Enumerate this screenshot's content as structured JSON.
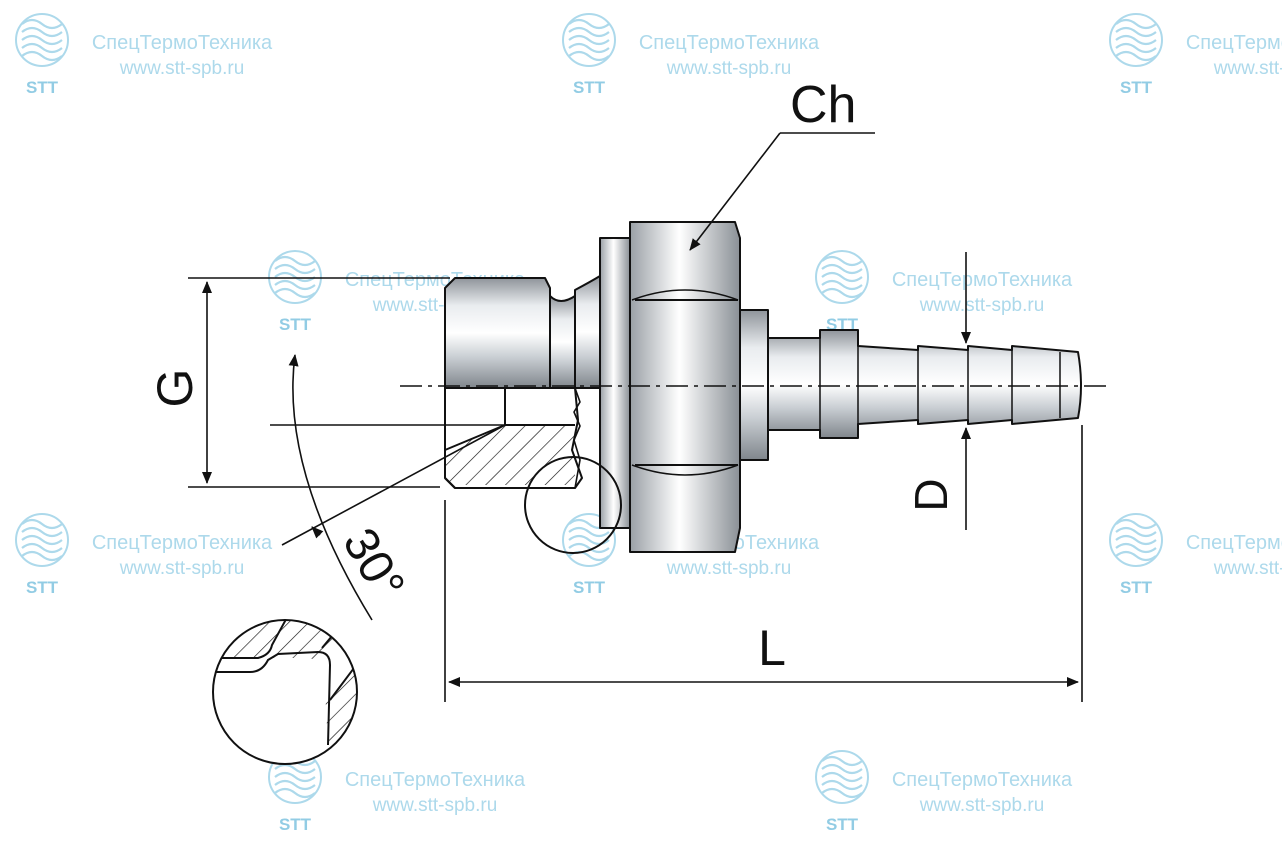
{
  "watermark": {
    "company": "СпецТермоТехника",
    "url": "www.stt-spb.ru",
    "abbr": "STT",
    "color": "#9fd3e8"
  },
  "dimensions": {
    "chamfer_angle": "30°",
    "hex_size": "Ch",
    "thread": "G",
    "hose_diameter": "D",
    "length": "L"
  },
  "colors": {
    "line": "#111111",
    "metal_dark": "#8a8f95",
    "metal_light": "#f4f6f8"
  }
}
